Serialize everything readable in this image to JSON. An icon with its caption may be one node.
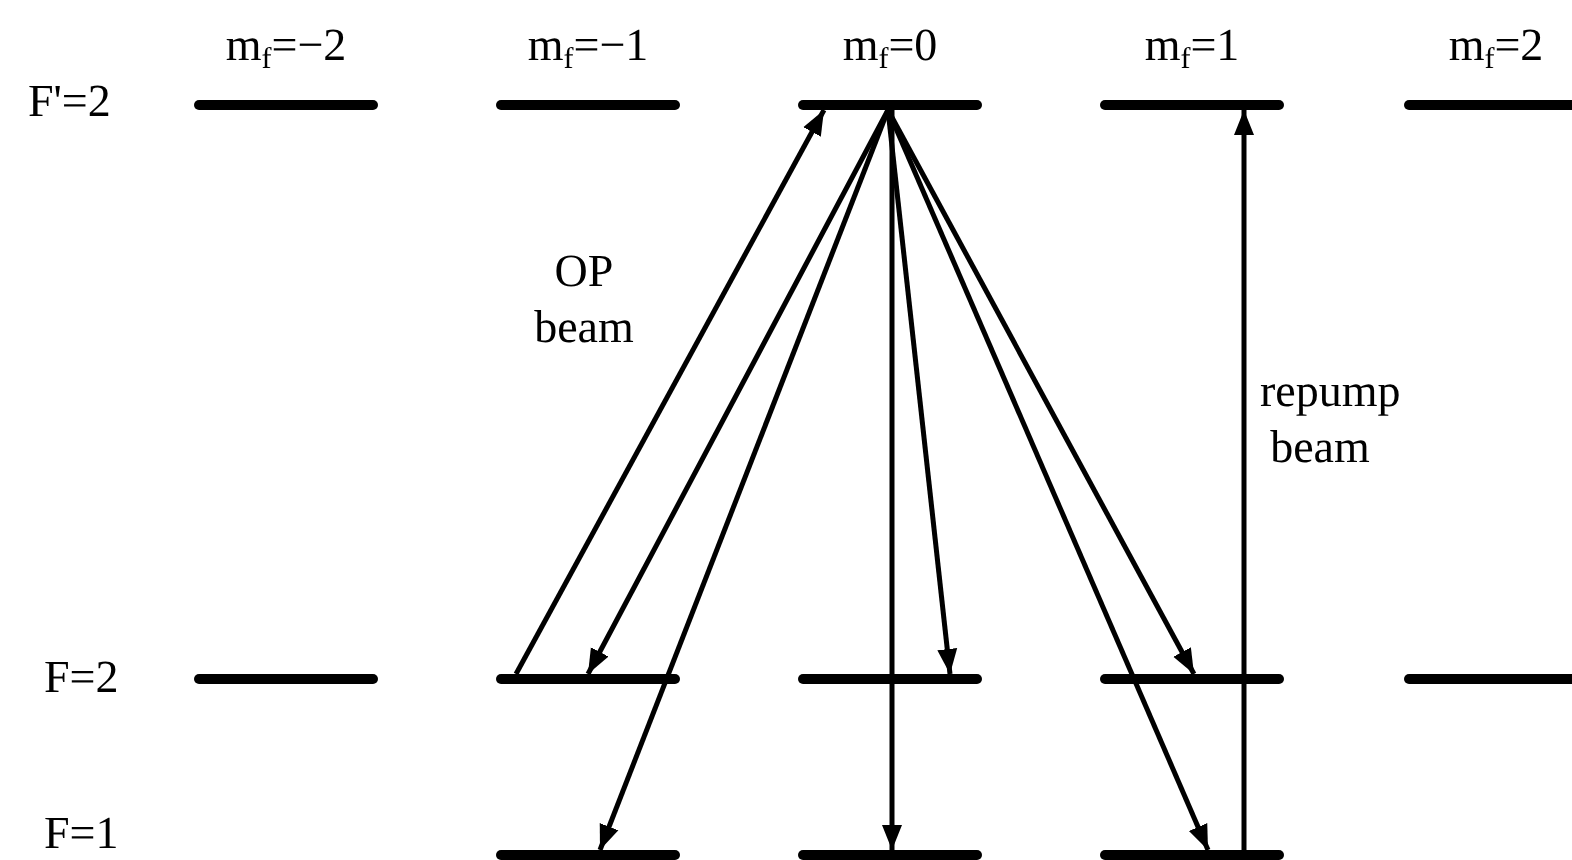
{
  "diagram": {
    "nodes": [
      {
        "text": [
          "m$_{f}$=−2"
        ]
      },
      {
        "text": [
          "m$_{f}$=−1"
        ]
      },
      {
        "text": [
          "m$_{f}$=0"
        ]
      },
      {
        "text": [
          "m$_{f}$=1"
        ]
      },
      {
        "text": [
          "m$_{f}$=2"
        ]
      },
      {
        "text": [],
        "shape": "bar"
      },
      {
        "text": [],
        "shape": "bar"
      },
      {
        "text": [],
        "shape": "bar"
      },
      {
        "text": [],
        "shape": "bar"
      },
      {
        "text": [],
        "shape": "bar"
      },
      {
        "text": [],
        "shape": "bar"
      },
      {
        "text": [],
        "shape": "bar"
      },
      {
        "text": [],
        "shape": "bar"
      }
    ],
    "edges": [
      {
        "from": 6,
        "to": 2,
        "arrow": "to",
        "label": "OP beam"
      },
      {
        "from": 2,
        "to": 6,
        "arrow": "to"
      },
      {
        "from": 2,
        "to": 10,
        "arrow": "to"
      },
      {
        "from": 2,
        "to": 7,
        "arrow": "to"
      },
      {
        "from": 2,
        "to": 11,
        "arrow": "to"
      },
      {
        "from": 2,
        "to": 8,
        "arrow": "to"
      },
      {
        "from": 2,
        "to": 12,
        "arrow": "to"
      },
      {
        "from": 12,
        "to": 3,
        "arrow": "to",
        "label": "repump beam"
      }
    ],
    "labels": [
      "F'=2",
      "F=2",
      "F=1"
    ]
  }
}
